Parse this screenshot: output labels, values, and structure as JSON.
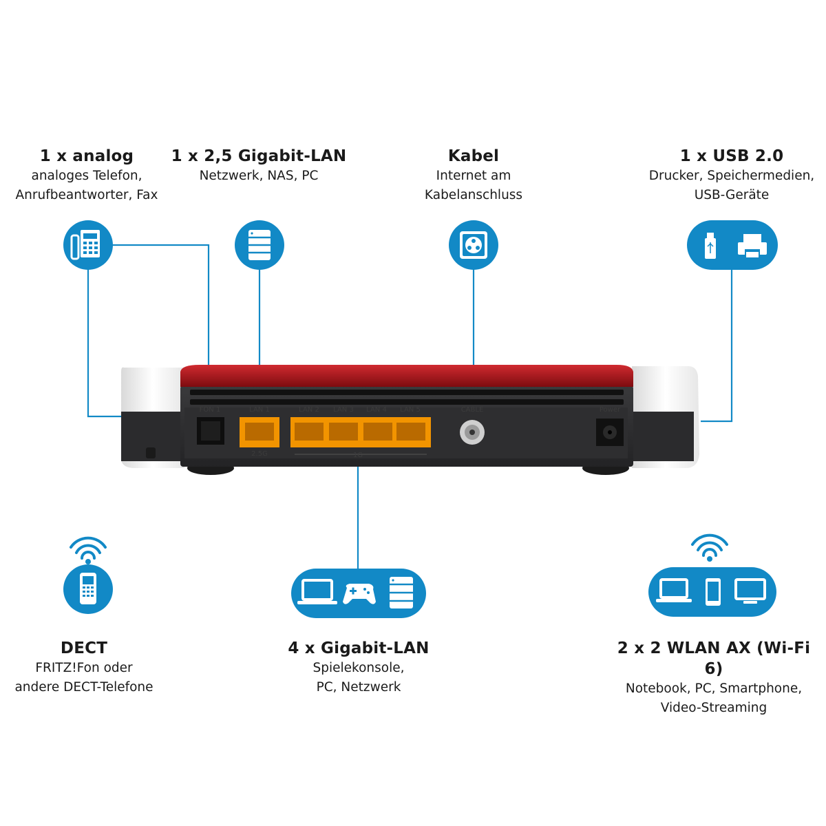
{
  "accent_color": "#1289c6",
  "labels": {
    "analog": {
      "title": "1 x analog",
      "lines": [
        "analoges Telefon,",
        "Anrufbeantworter, Fax"
      ],
      "icons": [
        "phone-icon"
      ]
    },
    "lan25": {
      "title": "1 x 2,5 Gigabit-LAN",
      "lines": [
        "Netzwerk, NAS, PC"
      ],
      "icons": [
        "server-icon"
      ]
    },
    "cable": {
      "title": "Kabel",
      "lines": [
        "Internet am",
        "Kabelanschluss"
      ],
      "icons": [
        "coax-socket-icon"
      ]
    },
    "usb": {
      "title": "1 x USB 2.0",
      "lines": [
        "Drucker, Speichermedien,",
        "USB-Geräte"
      ],
      "icons": [
        "usb-stick-icon",
        "printer-icon"
      ]
    },
    "dect": {
      "title": "DECT",
      "lines": [
        "FRITZ!Fon oder",
        "andere DECT-Telefone"
      ],
      "icons": [
        "wifi-waves-icon",
        "cordless-phone-icon"
      ]
    },
    "lan4": {
      "title": "4 x Gigabit-LAN",
      "lines": [
        "Spielekonsole,",
        "PC, Netzwerk"
      ],
      "icons": [
        "laptop-icon",
        "gamepad-icon",
        "server-icon"
      ]
    },
    "wlan": {
      "title": "2 x 2 WLAN AX (Wi-Fi 6)",
      "lines": [
        "Notebook, PC, Smartphone,",
        "Video-Streaming"
      ],
      "icons": [
        "wifi-waves-icon",
        "laptop-icon",
        "smartphone-icon",
        "monitor-icon"
      ]
    }
  },
  "router": {
    "ports": [
      "FON 1",
      "LAN 1",
      "LAN 2",
      "LAN 3",
      "LAN 4",
      "LAN 5",
      "CABLE",
      "Power"
    ],
    "sublabels": [
      "2.5G",
      "1G"
    ],
    "colors": {
      "body": "#2b2b2d",
      "top": "#b01218",
      "port": "#f29400",
      "caps": "#f4f4f4"
    }
  }
}
